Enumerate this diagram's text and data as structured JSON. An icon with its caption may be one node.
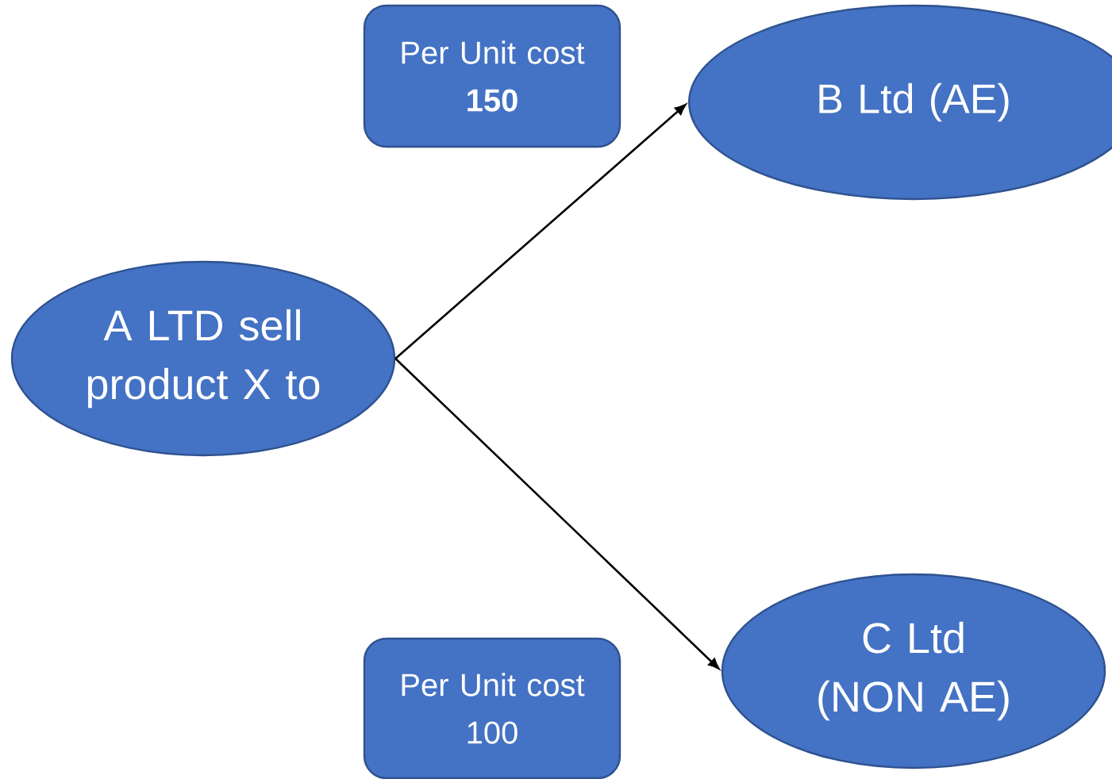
{
  "diagram": {
    "nodes": [
      {
        "text": [
          "Per Unit cost",
          "150"
        ]
      },
      {
        "text": [
          "B Ltd (AE)"
        ]
      },
      {
        "text": [
          "A LTD sell product X to"
        ]
      },
      {
        "text": [
          "C Ltd (NON AE)"
        ]
      },
      {
        "text": [
          "Per Unit cost",
          "100"
        ]
      }
    ],
    "edges": [
      {
        "from": 2,
        "to": 1,
        "arrow": "to"
      },
      {
        "from": 2,
        "to": 3,
        "arrow": "to"
      }
    ]
  }
}
